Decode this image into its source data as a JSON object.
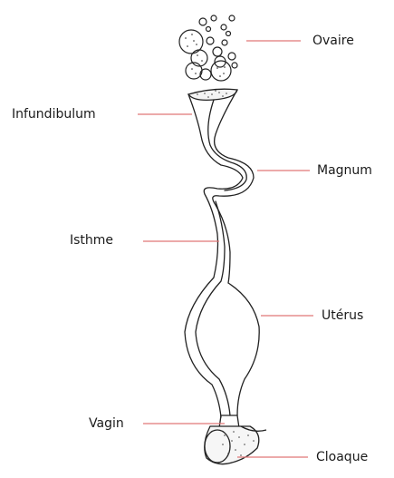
{
  "labels": {
    "ovaire": "Ovaire",
    "infundibulum": "Infundibulum",
    "magnum": "Magnum",
    "isthme": "Isthme",
    "uterus": "Utérus",
    "vagin": "Vagin",
    "cloaque": "Cloaque"
  },
  "colors": {
    "leader_line": "#e07878",
    "drawing": "#222222",
    "text": "#1a1a1a"
  }
}
